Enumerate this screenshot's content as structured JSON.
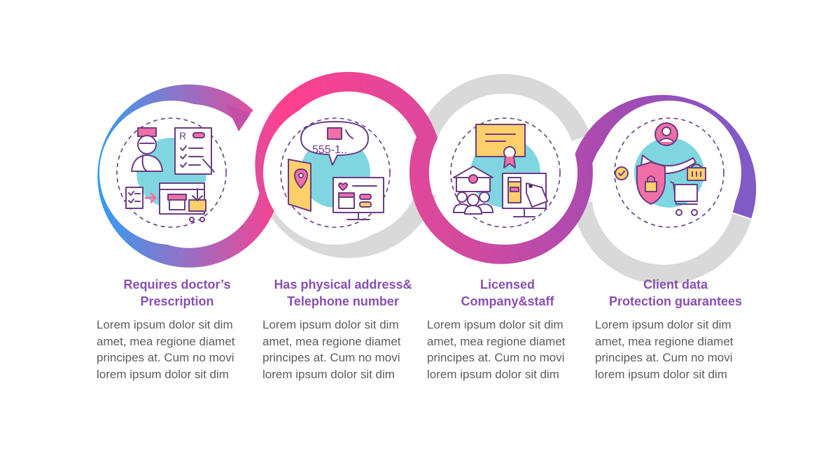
{
  "colors": {
    "gradient_blue": "#1ea7ff",
    "gradient_pink": "#ff3f8e",
    "gradient_purple": "#8e44b5",
    "grey_ring": "#d9d9d9",
    "teal_blob": "#7fd6e0",
    "icon_line": "#6a3d85",
    "icon_pink": "#f06fa6",
    "icon_yellow": "#ffcf6a",
    "title": "#8a4fb2",
    "body": "#5c5c5c"
  },
  "steps": [
    {
      "icon": "doctor-prescription-icon",
      "title_lines": [
        "Requires doctor’s",
        "Prescription"
      ],
      "body_lines": [
        "Lorem ipsum dolor sit dim",
        "amet, mea regione diamet",
        "principes at. Cum no movi",
        "lorem ipsum dolor sit dim"
      ]
    },
    {
      "icon": "address-telephone-icon",
      "phone_text": "555-1..",
      "title_lines": [
        "Has physical address&",
        "Telephone number"
      ],
      "body_lines": [
        "Lorem ipsum dolor sit dim",
        "amet, mea regione diamet",
        "principes at. Cum no movi",
        "lorem ipsum dolor sit dim"
      ]
    },
    {
      "icon": "license-staff-icon",
      "title_lines": [
        "Licensed",
        "Company&staff"
      ],
      "body_lines": [
        "Lorem ipsum dolor sit dim",
        "amet, mea regione diamet",
        "principes at. Cum no movi",
        "lorem ipsum dolor sit dim"
      ]
    },
    {
      "icon": "data-protection-icon",
      "title_lines": [
        "Client data",
        "Protection guarantees"
      ],
      "body_lines": [
        "Lorem ipsum dolor sit dim",
        "amet, mea regione diamet",
        "principes at. Cum no movi",
        "lorem ipsum dolor sit dim"
      ]
    }
  ]
}
